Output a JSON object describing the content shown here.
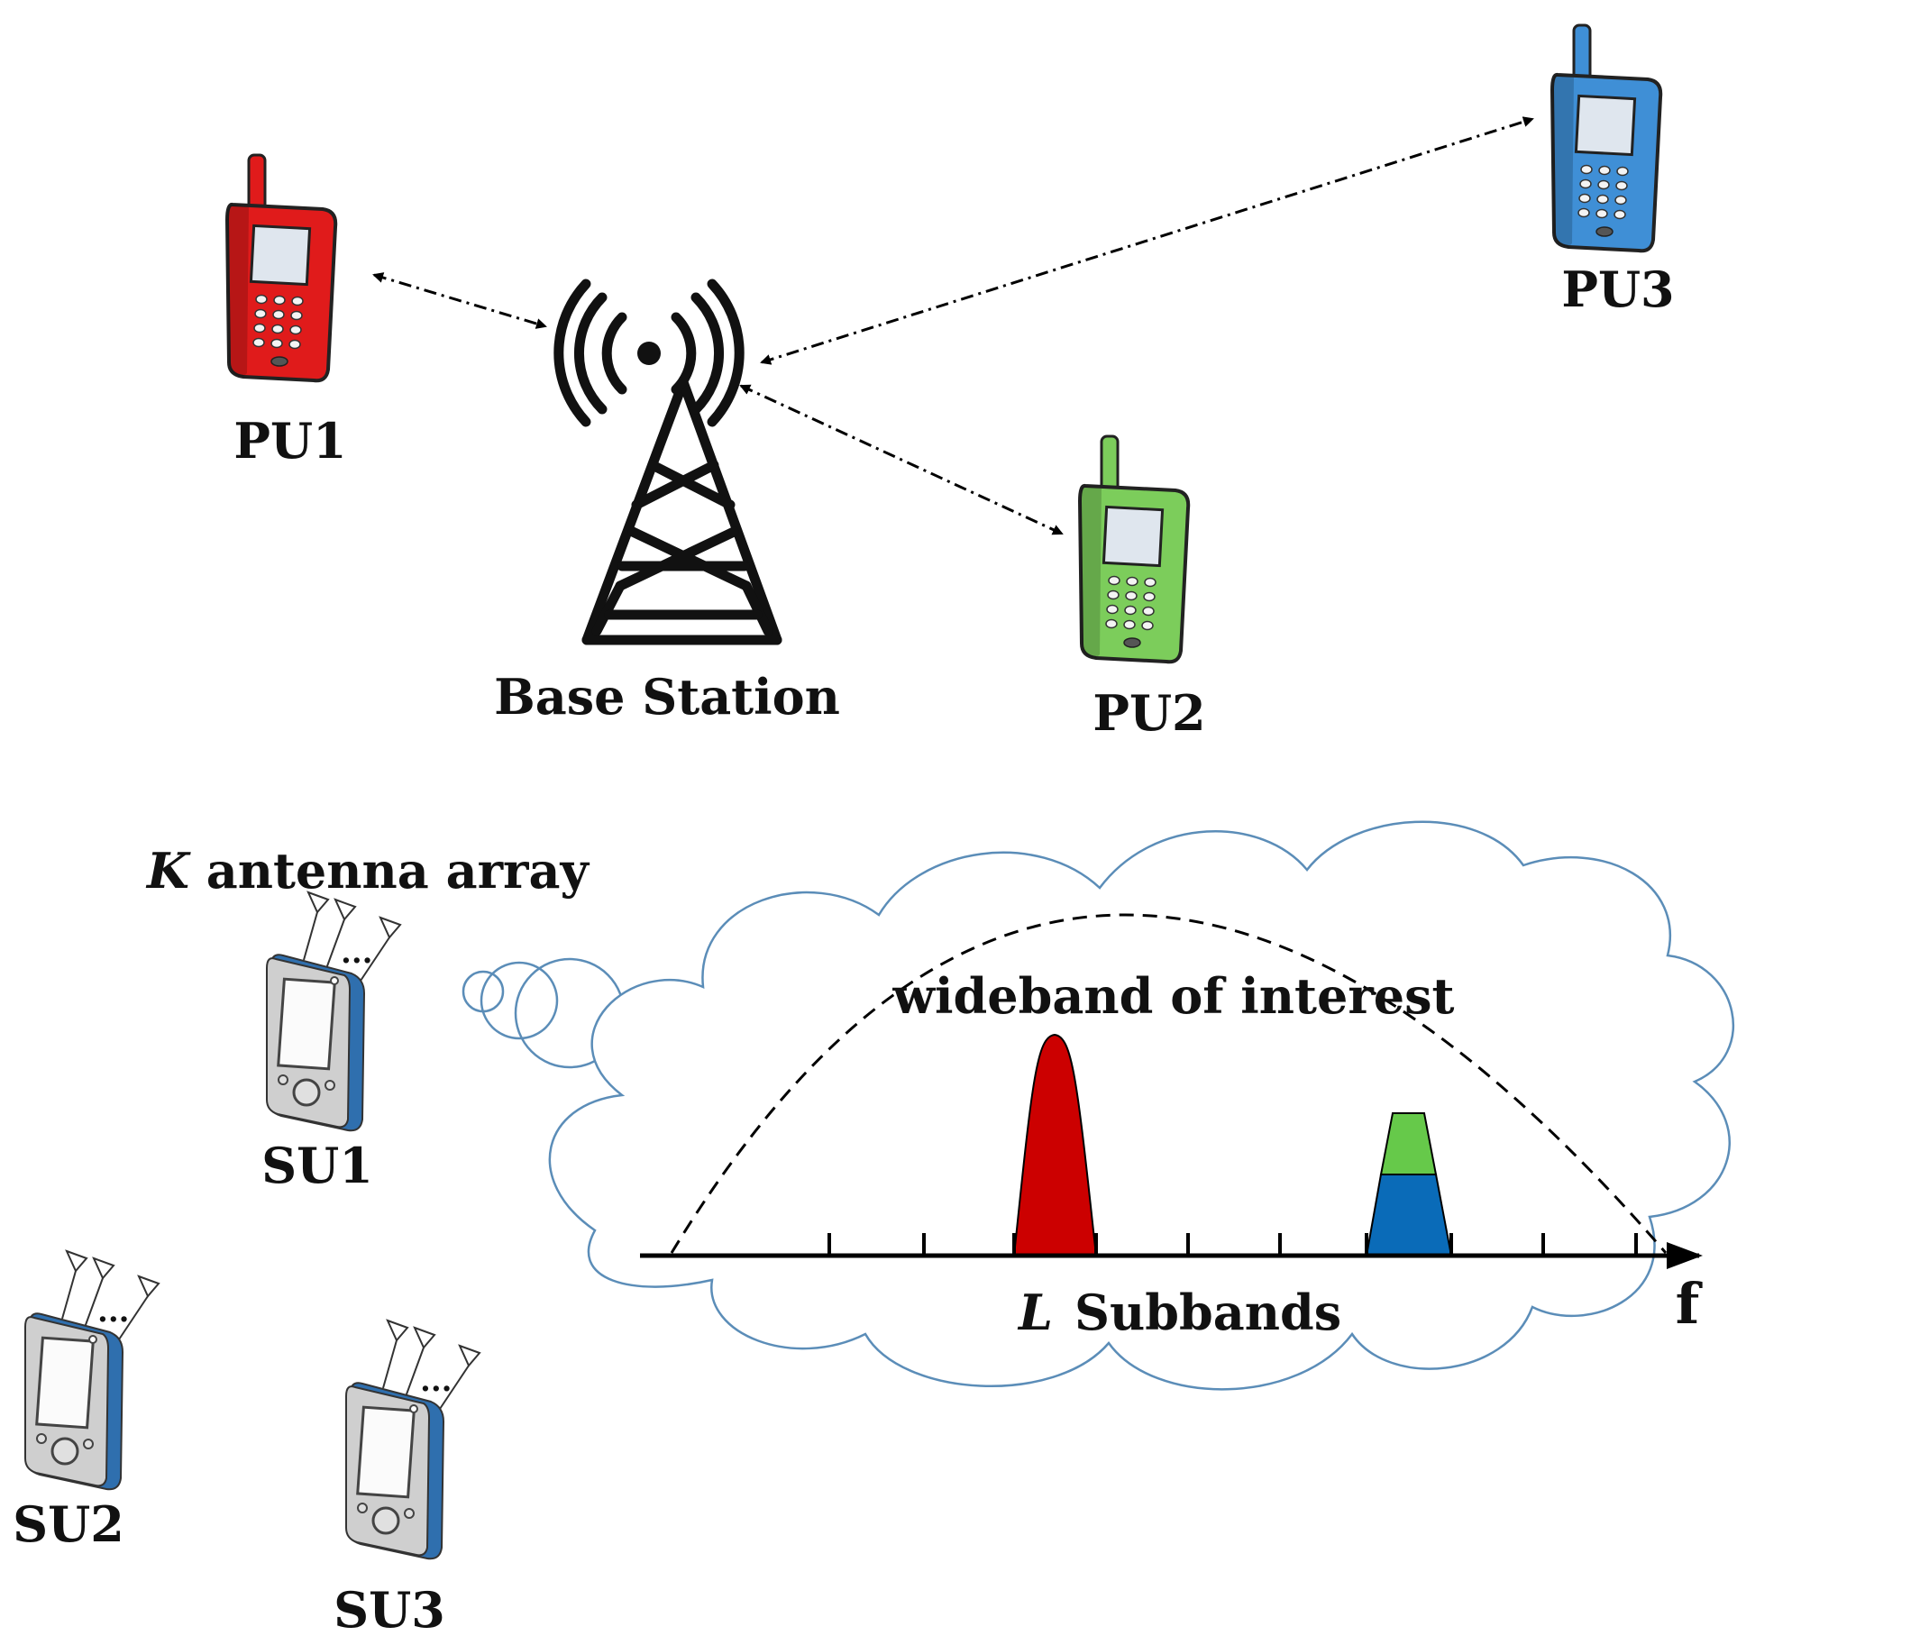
{
  "labels": {
    "pu1": "PU1",
    "pu2": "PU2",
    "pu3": "PU3",
    "base_station": "Base Station",
    "antenna_prefix": "K",
    "antenna_suffix": " antenna array",
    "su1": "SU1",
    "su2": "SU2",
    "su3": "SU3",
    "wideband": "wideband of interest",
    "subbands_prefix": "L",
    "subbands_suffix": "Subbands",
    "freq_axis": "f",
    "ellipsis": "..."
  },
  "colors": {
    "pu1": "#e01b1b",
    "pu2": "#7ccd5b",
    "pu3": "#3f8fd6",
    "red_band": "#cc0000",
    "green_band": "#66c94a",
    "blue_band": "#0a6bb8",
    "cloud_stroke": "#5b8db8"
  },
  "icons": {
    "pu_phone": "mobile-phone-icon",
    "base_station": "cell-tower-icon",
    "su_device": "pda-antenna-device-icon"
  }
}
